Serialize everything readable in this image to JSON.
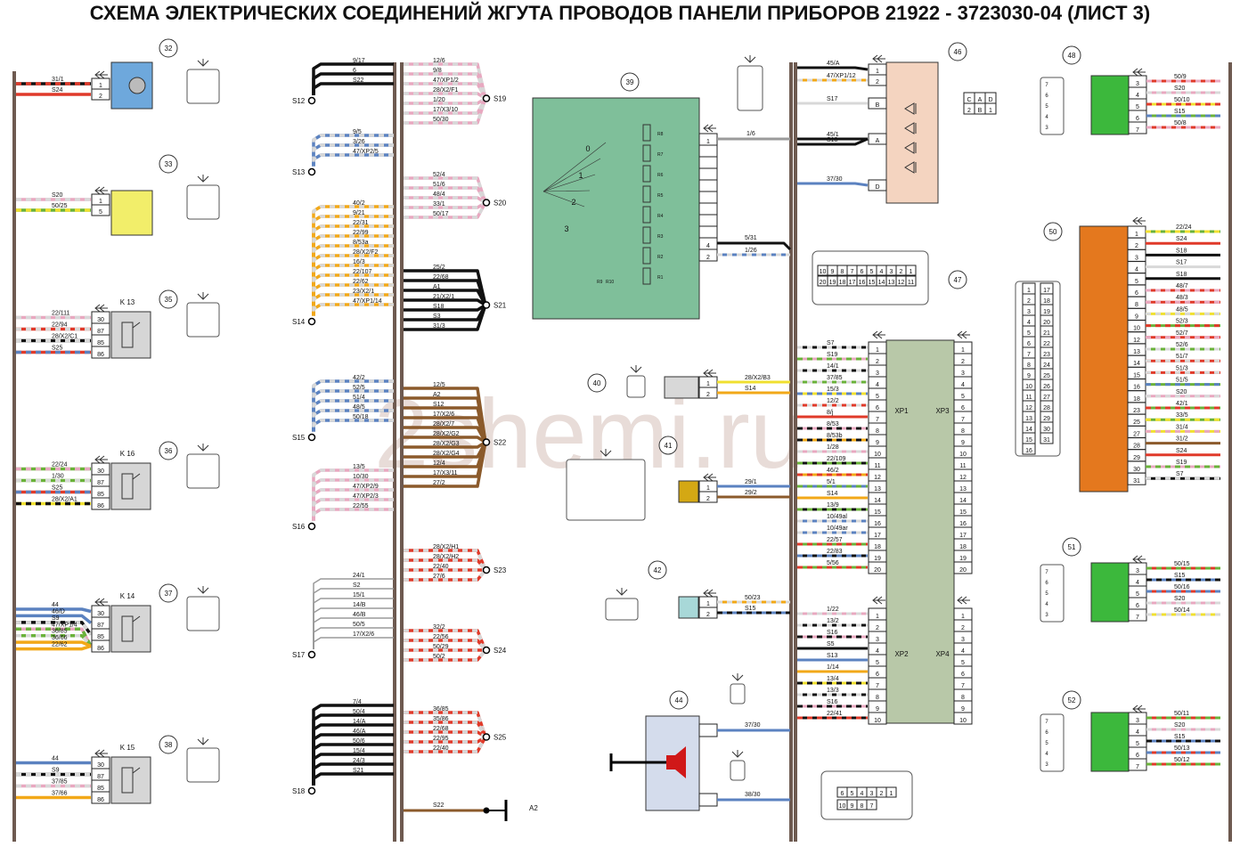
{
  "title": "СХЕМА ЭЛЕКТРИЧЕСКИХ СОЕДИНЕНИЙ ЖГУТА ПРОВОДОВ ПАНЕЛИ ПРИБОРОВ 21922 - 3723030-04 (ЛИСТ 3)",
  "watermark": "2shemi.ru",
  "colors": {
    "red": "#e03a2a",
    "blue": "#5b82c0",
    "green": "#6ab23a",
    "yellow": "#f0e030",
    "orange": "#f2a818",
    "pink": "#e8a8c0",
    "black": "#111111",
    "brown": "#8b5a2b",
    "white": "#d8d8d8",
    "grey": "#9a9a9a",
    "violet": "#9b59b6",
    "trunk": "#6e5a50",
    "c39": "#7fbf9a",
    "c48": "#3cb83c",
    "c50": "#e4781e",
    "c32": "#6ea8dc",
    "c33": "#f2ee6a",
    "c41": "#d4a814",
    "c42": "#a8d8d8",
    "c46": "#f4d4c0",
    "c47": "#b8c8a8"
  },
  "left_items": [
    {
      "num": "32",
      "pins": [
        "1",
        "2"
      ],
      "wires": [
        {
          "l": "31/1",
          "c": [
            "black",
            "red"
          ]
        },
        {
          "l": "S24",
          "c": [
            "red"
          ]
        }
      ]
    },
    {
      "num": "33",
      "pins": [
        "1",
        "5"
      ],
      "wires": [
        {
          "l": "S20",
          "c": [
            "pink",
            "white"
          ]
        },
        {
          "l": "50/25",
          "c": [
            "green",
            "yellow"
          ]
        }
      ]
    },
    {
      "num": "35",
      "k": "K 13",
      "pins": [
        "30",
        "87",
        "85",
        "86"
      ],
      "wires": [
        {
          "l": "22/111",
          "c": [
            "pink",
            "white"
          ]
        },
        {
          "l": "22/94",
          "c": [
            "red",
            "white"
          ]
        },
        {
          "l": "28/X2/C1",
          "c": [
            "black",
            "white"
          ]
        },
        {
          "l": "S25",
          "c": [
            "red",
            "blue"
          ]
        }
      ]
    },
    {
      "num": "36",
      "k": "K 16",
      "pins": [
        "30",
        "87",
        "85",
        "86"
      ],
      "wires": [
        {
          "l": "22/24",
          "c": [
            "green",
            "pink"
          ]
        },
        {
          "l": "1/30",
          "c": [
            "green",
            "white"
          ]
        },
        {
          "l": "S25",
          "c": [
            "red",
            "blue"
          ]
        },
        {
          "l": "28/X2/A1",
          "c": [
            "yellow",
            "black"
          ]
        }
      ]
    },
    {
      "num": "37",
      "k": "K 14",
      "pins": [
        "30",
        "87",
        "85",
        "86"
      ],
      "wires": [
        {
          "l": "44",
          "c": [
            "blue"
          ]
        },
        {
          "l": "46/D",
          "c": [
            "blue"
          ]
        },
        {
          "l": "S9",
          "c": [
            "black",
            "white"
          ]
        },
        {
          "l": "47/XP1/4",
          "c": [
            "pink",
            "green"
          ]
        },
        {
          "l": "36/85",
          "c": [
            "green",
            "white"
          ]
        },
        {
          "l": "36/66",
          "c": [
            "orange"
          ]
        },
        {
          "l": "22/62",
          "c": [
            "orange"
          ]
        }
      ]
    },
    {
      "num": "38",
      "k": "K 15",
      "pins": [
        "30",
        "87",
        "85",
        "86"
      ],
      "wires": [
        {
          "l": "44",
          "c": [
            "blue"
          ]
        },
        {
          "l": "S9",
          "c": [
            "black",
            "white"
          ]
        },
        {
          "l": "37/85",
          "c": [
            "pink",
            "white"
          ]
        },
        {
          "l": "37/66",
          "c": [
            "orange"
          ]
        }
      ]
    }
  ],
  "splices_left": [
    {
      "id": "S12",
      "c": "black",
      "wires": [
        "9/17",
        "6",
        "S22"
      ]
    },
    {
      "id": "S13",
      "c": "blue",
      "wires": [
        "9/5",
        "3/26",
        "47/XP2/5"
      ]
    },
    {
      "id": "S14",
      "c": "orange",
      "wires": [
        "40/2",
        "9/21",
        "22/31",
        "22/99",
        "8/53a",
        "28/X2/F2",
        "16/3",
        "22/107",
        "22/62",
        "23/X2/1",
        "47/XP1/14"
      ]
    },
    {
      "id": "S15",
      "c": "blue",
      "wires": [
        "42/2",
        "52/5",
        "51/4",
        "48/5",
        "50/18"
      ]
    },
    {
      "id": "S16",
      "c": "pink",
      "wires": [
        "13/5",
        "10/30",
        "47/XP2/9",
        "47/XP2/3",
        "22/55"
      ]
    },
    {
      "id": "S17",
      "c": "white",
      "wires": [
        "24/1",
        "S2",
        "15/1",
        "14/B",
        "46/B",
        "50/5",
        "17/X2/6"
      ]
    },
    {
      "id": "S18",
      "c": "black",
      "wires": [
        "7/4",
        "50/4",
        "14/A",
        "46/A",
        "50/6",
        "15/4",
        "24/3",
        "S21"
      ]
    }
  ],
  "splices_right": [
    {
      "id": "S19",
      "c": "pink",
      "wires": [
        "12/6",
        "9/8",
        "47/XP1/2",
        "28/X2/F1",
        "1/20",
        "17/X3/10",
        "50/30"
      ]
    },
    {
      "id": "S20",
      "c": "pink",
      "wires": [
        "52/4",
        "51/6",
        "48/4",
        "33/1",
        "50/17"
      ]
    },
    {
      "id": "S21",
      "c": "black",
      "wires": [
        "25/2",
        "22/68",
        "A1",
        "21/X2/1",
        "S18",
        "S3",
        "31/3"
      ]
    },
    {
      "id": "S22",
      "c": "brown",
      "wires": [
        "12/5",
        "A2",
        "S12",
        "17/X2/6",
        "28/X2/7",
        "28/X2/G2",
        "28/X2/G3",
        "28/X2/G4",
        "12/4",
        "17/X3/11",
        "27/2"
      ]
    },
    {
      "id": "S23",
      "c": "red",
      "wires": [
        "28/X2/H1",
        "28/X2/H2",
        "22/40",
        "27/6"
      ]
    },
    {
      "id": "S24",
      "c": "red",
      "wires": [
        "32/2",
        "22/56",
        "50/29",
        "50/2"
      ]
    },
    {
      "id": "S25",
      "c": "red",
      "wires": [
        "36/85",
        "35/86",
        "22/68",
        "22/95",
        "22/40"
      ]
    }
  ],
  "ground": {
    "wire": "S22",
    "id": "A2"
  },
  "c39": {
    "num": "39",
    "scale": [
      "0",
      "1",
      "2",
      "3"
    ],
    "res": [
      "R8",
      "R7",
      "R6",
      "R5",
      "R4",
      "R3",
      "R2",
      "R1"
    ],
    "res_extra": [
      "R9",
      "R10"
    ],
    "pins": [
      "1",
      "4",
      "2"
    ],
    "wires": [
      {
        "l": "1/6",
        "c": [
          "grey"
        ]
      },
      {
        "l": "5/31",
        "c": [
          "black"
        ]
      },
      {
        "l": "1/26",
        "c": [
          "blue",
          "white"
        ]
      }
    ]
  },
  "c40": {
    "num": "40",
    "pins": [
      "1",
      "2"
    ],
    "wires": [
      {
        "l": "28/X2/B3",
        "c": [
          "yellow"
        ]
      },
      {
        "l": "S14",
        "c": [
          "orange"
        ]
      }
    ]
  },
  "c41": {
    "num": "41",
    "pins": [
      "1",
      "2"
    ],
    "wires": [
      {
        "l": "29/1",
        "c": [
          "blue"
        ]
      },
      {
        "l": "29/2",
        "c": [
          "brown"
        ]
      }
    ]
  },
  "c42": {
    "num": "42",
    "pins": [
      "1",
      "2"
    ],
    "wires": [
      {
        "l": "50/23",
        "c": [
          "orange",
          "white"
        ]
      },
      {
        "l": "S15",
        "c": [
          "blue",
          "black"
        ]
      }
    ]
  },
  "c44": {
    "num": "44",
    "wires": [
      {
        "l": "37/30",
        "c": [
          "blue"
        ]
      },
      {
        "l": "38/30",
        "c": [
          "blue"
        ]
      }
    ]
  },
  "c46": {
    "num": "46",
    "pins": [
      "1",
      "2",
      "B",
      "A",
      "D"
    ],
    "wires": [
      {
        "l": "45/A",
        "c": [
          "black"
        ]
      },
      {
        "l": "47/XP1/12",
        "c": [
          "orange",
          "white"
        ]
      },
      {
        "l": "S17",
        "c": [
          "white"
        ]
      },
      {
        "l": "45/1",
        "c": [
          "black"
        ]
      },
      {
        "l": "S18",
        "c": [
          "black"
        ]
      },
      {
        "l": "37/30",
        "c": [
          "blue"
        ]
      }
    ],
    "plug": [
      "C",
      "A",
      "D",
      "2",
      "B",
      "1"
    ]
  },
  "c47": {
    "num": "47",
    "xp1": "XP1",
    "xp2": "XP2",
    "xp3": "XP3",
    "xp4": "XP4",
    "plug_top": [
      "10",
      "9",
      "8",
      "7",
      "6",
      "5",
      "4",
      "3",
      "2",
      "1"
    ],
    "plug_bot": [
      "20",
      "19",
      "18",
      "17",
      "16",
      "15",
      "14",
      "13",
      "12",
      "11"
    ],
    "plug2_top": [
      "6",
      "5",
      "4",
      "3",
      "2",
      "1"
    ],
    "plug2_bot": [
      "10",
      "9",
      "8",
      "7"
    ],
    "w1": [
      {
        "l": "S7",
        "c": [
          "black",
          "white"
        ]
      },
      {
        "l": "S19",
        "c": [
          "pink",
          "green"
        ]
      },
      {
        "l": "14/1",
        "c": [
          "black",
          "white"
        ]
      },
      {
        "l": "37/85",
        "c": [
          "green",
          "white"
        ]
      },
      {
        "l": "15/3",
        "c": [
          "yellow",
          "blue"
        ]
      },
      {
        "l": "12/2",
        "c": [
          "red",
          "white"
        ]
      },
      {
        "l": "8/j",
        "c": [
          "red"
        ]
      },
      {
        "l": "8/53",
        "c": [
          "pink",
          "black"
        ]
      },
      {
        "l": "8/53b",
        "c": [
          "orange",
          "black"
        ]
      },
      {
        "l": "1/28",
        "c": [
          "pink",
          "white"
        ]
      },
      {
        "l": "22/109",
        "c": [
          "black",
          "green"
        ]
      },
      {
        "l": "46/2",
        "c": [
          "orange",
          "red"
        ]
      },
      {
        "l": "5/1",
        "c": [
          "blue",
          "green"
        ]
      },
      {
        "l": "S14",
        "c": [
          "orange"
        ]
      },
      {
        "l": "13/9",
        "c": [
          "black",
          "green"
        ]
      },
      {
        "l": "10/49al",
        "c": [
          "blue",
          "white"
        ]
      },
      {
        "l": "10/49ar",
        "c": [
          "blue",
          "white"
        ]
      },
      {
        "l": "22/57",
        "c": [
          "green",
          "red"
        ]
      },
      {
        "l": "22/83",
        "c": [
          "black",
          "blue"
        ]
      },
      {
        "l": "5/56",
        "c": [
          "green",
          "red"
        ]
      }
    ],
    "w2": [
      {
        "l": "1/22",
        "c": [
          "pink",
          "white"
        ]
      },
      {
        "l": "13/2",
        "c": [
          "black",
          "white"
        ]
      },
      {
        "l": "S16",
        "c": [
          "pink",
          "black"
        ]
      },
      {
        "l": "S5",
        "c": [
          "black"
        ]
      },
      {
        "l": "S13",
        "c": [
          "blue"
        ]
      },
      {
        "l": "1/14",
        "c": [
          "orange"
        ]
      },
      {
        "l": "13/4",
        "c": [
          "yellow",
          "black"
        ]
      },
      {
        "l": "13/3",
        "c": [
          "black",
          "white"
        ]
      },
      {
        "l": "S16",
        "c": [
          "pink",
          "black"
        ]
      },
      {
        "l": "22/41",
        "c": [
          "black",
          "red"
        ]
      }
    ]
  },
  "c48": {
    "num": "48",
    "pins": [
      "3",
      "4",
      "5",
      "6",
      "7"
    ],
    "wires": [
      {
        "l": "50/9",
        "c": [
          "red",
          "pink"
        ]
      },
      {
        "l": "S20",
        "c": [
          "pink",
          "white"
        ]
      },
      {
        "l": "50/10",
        "c": [
          "yellow",
          "red"
        ]
      },
      {
        "l": "S15",
        "c": [
          "green",
          "blue"
        ]
      },
      {
        "l": "50/8",
        "c": [
          "red",
          "pink"
        ]
      }
    ],
    "plug": [
      "7",
      "6",
      "5",
      "4",
      "3"
    ]
  },
  "c50": {
    "num": "50",
    "pins": [
      "1",
      "2",
      "3",
      "4",
      "5",
      "6",
      "8",
      "9",
      "10",
      "12",
      "13",
      "14",
      "15",
      "16",
      "18",
      "23",
      "25",
      "27",
      "28",
      "29",
      "30",
      "31"
    ],
    "wires": [
      {
        "l": "22/24",
        "c": [
          "green",
          "yellow"
        ]
      },
      {
        "l": "S24",
        "c": [
          "red"
        ]
      },
      {
        "l": "S18",
        "c": [
          "black"
        ]
      },
      {
        "l": "S17",
        "c": [
          "white"
        ]
      },
      {
        "l": "S18",
        "c": [
          "black"
        ]
      },
      {
        "l": "48/7",
        "c": [
          "red",
          "pink"
        ]
      },
      {
        "l": "48/3",
        "c": [
          "red",
          "pink"
        ]
      },
      {
        "l": "48/5",
        "c": [
          "yellow",
          "white"
        ]
      },
      {
        "l": "52/3",
        "c": [
          "green",
          "red"
        ]
      },
      {
        "l": "52/7",
        "c": [
          "red",
          "pink"
        ]
      },
      {
        "l": "52/6",
        "c": [
          "green",
          "white"
        ]
      },
      {
        "l": "51/7",
        "c": [
          "red",
          "white"
        ]
      },
      {
        "l": "51/3",
        "c": [
          "red",
          "white"
        ]
      },
      {
        "l": "51/5",
        "c": [
          "green",
          "blue"
        ]
      },
      {
        "l": "S20",
        "c": [
          "pink",
          "white"
        ]
      },
      {
        "l": "42/1",
        "c": [
          "green",
          "red"
        ]
      },
      {
        "l": "33/5",
        "c": [
          "green",
          "yellow"
        ]
      },
      {
        "l": "31/4",
        "c": [
          "yellow",
          "pink"
        ]
      },
      {
        "l": "31/2",
        "c": [
          "brown"
        ]
      },
      {
        "l": "S24",
        "c": [
          "red"
        ]
      },
      {
        "l": "S19",
        "c": [
          "pink",
          "green"
        ]
      },
      {
        "l": "S7",
        "c": [
          "black",
          "white"
        ]
      }
    ],
    "plug_l": [
      "1",
      "2",
      "3",
      "4",
      "5",
      "6",
      "7",
      "8",
      "9",
      "10",
      "11",
      "12",
      "13",
      "14",
      "15",
      "16"
    ],
    "plug_r": [
      "17",
      "18",
      "19",
      "20",
      "21",
      "22",
      "23",
      "24",
      "25",
      "26",
      "27",
      "28",
      "29",
      "30",
      "31"
    ]
  },
  "c51": {
    "num": "51",
    "pins": [
      "3",
      "4",
      "5",
      "6",
      "7"
    ],
    "wires": [
      {
        "l": "50/15",
        "c": [
          "red",
          "green"
        ]
      },
      {
        "l": "S15",
        "c": [
          "blue",
          "black"
        ]
      },
      {
        "l": "50/16",
        "c": [
          "red",
          "blue"
        ]
      },
      {
        "l": "S20",
        "c": [
          "pink",
          "white"
        ]
      },
      {
        "l": "50/14",
        "c": [
          "yellow",
          "white"
        ]
      }
    ],
    "plug": [
      "7",
      "6",
      "5",
      "4",
      "3"
    ]
  },
  "c52": {
    "num": "52",
    "pins": [
      "3",
      "4",
      "5",
      "6",
      "7"
    ],
    "wires": [
      {
        "l": "50/11",
        "c": [
          "red",
          "green"
        ]
      },
      {
        "l": "S20",
        "c": [
          "pink",
          "white"
        ]
      },
      {
        "l": "S15",
        "c": [
          "blue",
          "black"
        ]
      },
      {
        "l": "50/13",
        "c": [
          "red",
          "blue"
        ]
      },
      {
        "l": "50/12",
        "c": [
          "red",
          "green"
        ]
      }
    ],
    "plug": [
      "7",
      "6",
      "5",
      "4",
      "3"
    ]
  }
}
